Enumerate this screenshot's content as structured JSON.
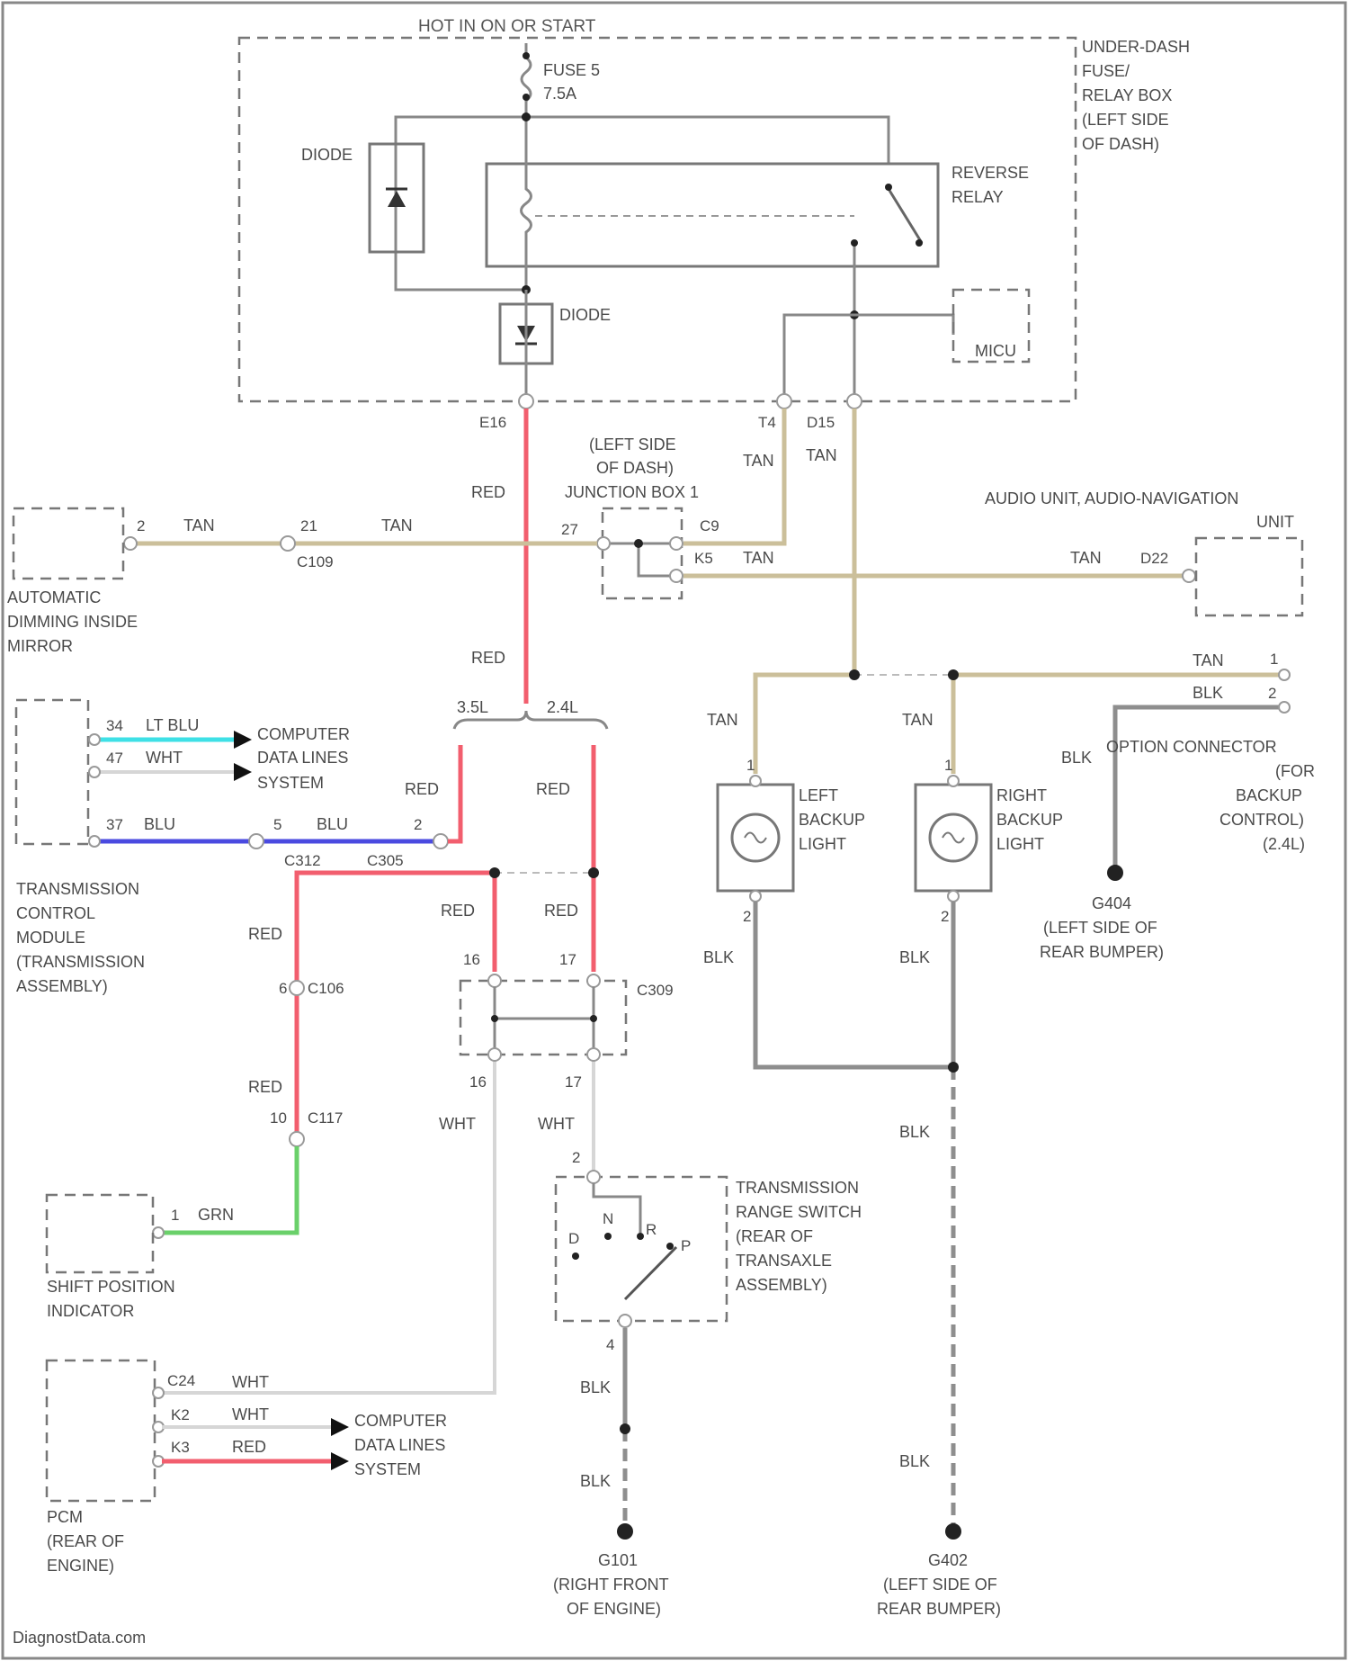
{
  "power": {
    "hot": "HOT IN ON OR START",
    "fuse_name": "FUSE 5",
    "fuse_rating": "7.5A"
  },
  "fuse_box": {
    "name": [
      "UNDER-DASH",
      "FUSE/",
      "RELAY BOX",
      "(LEFT SIDE",
      "OF DASH)"
    ],
    "diode_upper": "DIODE",
    "diode_lower": "DIODE",
    "reverse_relay": [
      "REVERSE",
      "RELAY"
    ],
    "micu": "MICU"
  },
  "pins": {
    "e16": "E16",
    "t4": "T4",
    "d15": "D15",
    "p2": "2",
    "p21": "21",
    "p27": "27",
    "p29": "C9",
    "p43": "K5",
    "p22": "D22",
    "p34": "34",
    "p47": "47",
    "p37": "37",
    "p5": "5",
    "p2b": "2",
    "p6": "6",
    "p10": "10",
    "p1": "1",
    "p16": "16",
    "p17": "17",
    "p16b": "16",
    "p17b": "17",
    "p2c": "2",
    "p4": "4",
    "pc24": "C24",
    "pk2": "K2",
    "pk3": "K3",
    "p1a": "1",
    "p2a": "2",
    "p1b": "1",
    "p2d": "2",
    "p1c": "1",
    "p2e": "2"
  },
  "connectors": {
    "c109": "C109",
    "c312": "C312",
    "c305": "C305",
    "c106": "C106",
    "c117": "C117",
    "c309": "C309"
  },
  "wires": {
    "red": "RED",
    "tan": "TAN",
    "blk": "BLK",
    "wht": "WHT",
    "lt_blu": "LT BLU",
    "blu": "BLU",
    "grn": "GRN"
  },
  "junction_box": [
    "(LEFT SIDE",
    "OF DASH)",
    "JUNCTION BOX 1"
  ],
  "audio_unit": [
    "AUDIO UNIT, AUDIO-NAVIGATION",
    "UNIT"
  ],
  "mirror": [
    "AUTOMATIC",
    "DIMMING INSIDE",
    "MIRROR"
  ],
  "tcm": [
    "TRANSMISSION",
    "CONTROL",
    "MODULE",
    "(TRANSMISSION",
    "ASSEMBLY)"
  ],
  "data_lines": [
    "COMPUTER",
    "DATA LINES",
    "SYSTEM"
  ],
  "engine_variants": {
    "v35": "3.5L",
    "v24": "2.4L"
  },
  "left_backup": [
    "LEFT",
    "BACKUP",
    "LIGHT"
  ],
  "right_backup": [
    "RIGHT",
    "BACKUP",
    "LIGHT"
  ],
  "option_connector": [
    "OPTION CONNECTOR",
    "(FOR",
    "BACKUP",
    "CONTROL)",
    "(2.4L)"
  ],
  "g404": [
    "G404",
    "(LEFT SIDE OF",
    "REAR BUMPER)"
  ],
  "shift_indicator": [
    "SHIFT POSITION",
    "INDICATOR"
  ],
  "trs": [
    "TRANSMISSION",
    "RANGE SWITCH",
    "(REAR OF",
    "TRANSAXLE",
    "ASSEMBLY)"
  ],
  "trs_positions": {
    "n": "N",
    "d": "D",
    "r": "R",
    "p": "P"
  },
  "pcm": [
    "PCM",
    "(REAR OF",
    "ENGINE)"
  ],
  "g101": [
    "G101",
    "(RIGHT FRONT",
    "OF ENGINE)"
  ],
  "g402": [
    "G402",
    "(LEFT SIDE OF",
    "REAR BUMPER)"
  ],
  "watermark": "DiagnostData.com"
}
